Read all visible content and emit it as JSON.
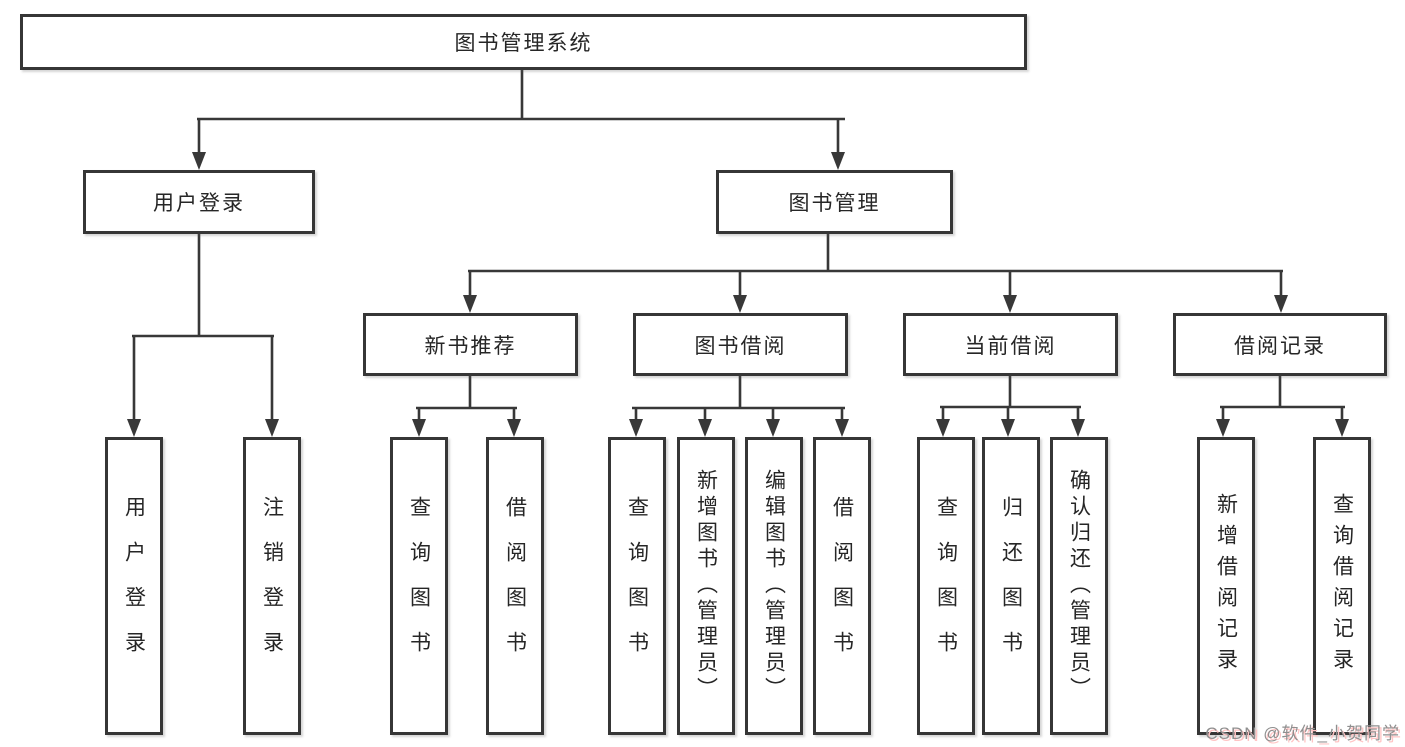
{
  "diagram": {
    "tree": {
      "label": "图书管理系统",
      "children": [
        {
          "label": "用户登录",
          "children": [
            {
              "label": "用户登录"
            },
            {
              "label": "注销登录"
            }
          ]
        },
        {
          "label": "图书管理",
          "children": [
            {
              "label": "新书推荐",
              "children": [
                {
                  "label": "查询图书"
                },
                {
                  "label": "借阅图书"
                }
              ]
            },
            {
              "label": "图书借阅",
              "children": [
                {
                  "label": "查询图书"
                },
                {
                  "label": "新增图书（管理员）"
                },
                {
                  "label": "编辑图书（管理员）"
                },
                {
                  "label": "借阅图书"
                }
              ]
            },
            {
              "label": "当前借阅",
              "children": [
                {
                  "label": "查询图书"
                },
                {
                  "label": "归还图书"
                },
                {
                  "label": "确认归还（管理员）"
                }
              ]
            },
            {
              "label": "借阅记录",
              "children": [
                {
                  "label": "新增借阅记录"
                },
                {
                  "label": "查询借阅记录"
                }
              ]
            }
          ]
        }
      ]
    },
    "colors": {
      "line": "#383838",
      "box_border": "#363636",
      "text": "#262626",
      "background": "#ffffff",
      "watermark_text": "#8f8f8f",
      "watermark_shadow": "#ffc4c4"
    }
  },
  "watermark": {
    "text": "CSDN @软件_小贺同学"
  }
}
